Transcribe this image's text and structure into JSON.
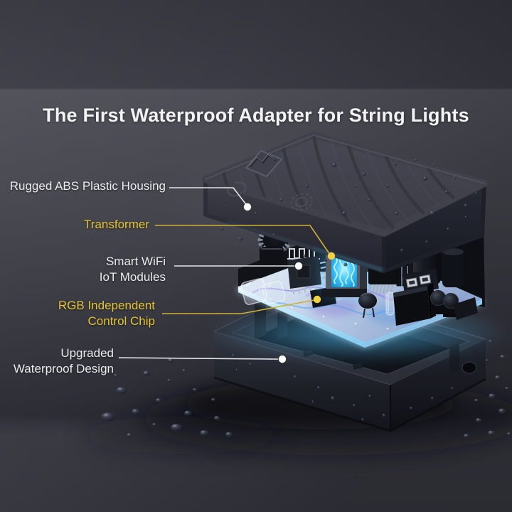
{
  "title": "The First Waterproof Adapter for String Lights",
  "callouts": {
    "housing": {
      "lines": [
        "Rugged ABS Plastic Housing"
      ],
      "color": "#ededef"
    },
    "transformer": {
      "lines": [
        "Transformer"
      ],
      "color": "#e6c535"
    },
    "wifi": {
      "lines": [
        "Smart WiFi",
        "IoT Modules"
      ],
      "color": "#ededef"
    },
    "rgb": {
      "lines": [
        "RGB Independent",
        "Control Chip"
      ],
      "color": "#e6c535"
    },
    "waterproof": {
      "lines": [
        "Upgraded",
        "Waterproof Design"
      ],
      "color": "#ededef"
    }
  },
  "colors": {
    "background": "#3c3c45",
    "label_white": "#ededef",
    "accent_yellow": "#e6c535",
    "leader_white": "#e4e5e9",
    "leader_yellow": "#cfb236",
    "pcb_glow_cyan": "#4fc3ff",
    "housing_plastic": "#3f404a"
  }
}
